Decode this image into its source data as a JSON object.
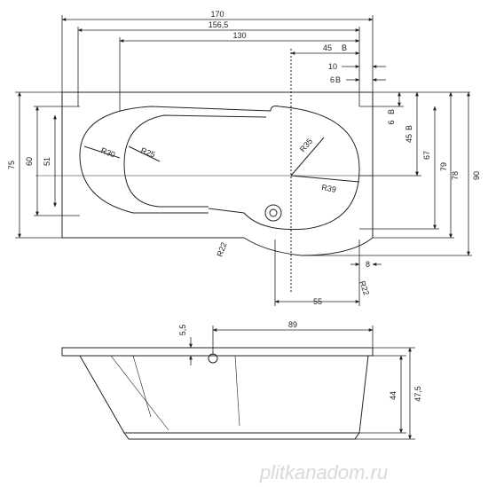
{
  "top_view": {
    "overall_length": "170",
    "inner_length": "156,5",
    "basin_length": "130",
    "drain_offset": "45",
    "offset_b": "10",
    "offset_c": "6",
    "overall_width": "75",
    "inner_width": "60",
    "basin_width": "51",
    "right_offset_a": "6",
    "right_offset_b": "45",
    "width_a": "67",
    "width_b": "79",
    "width_c": "78",
    "total_width": "90",
    "radius_r30": "R30",
    "radius_r25": "R25",
    "radius_r35": "R35",
    "radius_r39": "R39",
    "radius_r22_left": "R22",
    "radius_r22_right": "R22",
    "dim_8": "8",
    "dim_55": "55",
    "dim_b_suffix": "B",
    "dim_b_suffix2": "B",
    "dim_b_suffix3": "B",
    "dim_b_suffix4": "B"
  },
  "side_view": {
    "rim_height": "5,5",
    "drain_to_end": "89",
    "depth_a": "44",
    "depth_b": "47,5"
  },
  "watermark": "plitkanadom.ru"
}
